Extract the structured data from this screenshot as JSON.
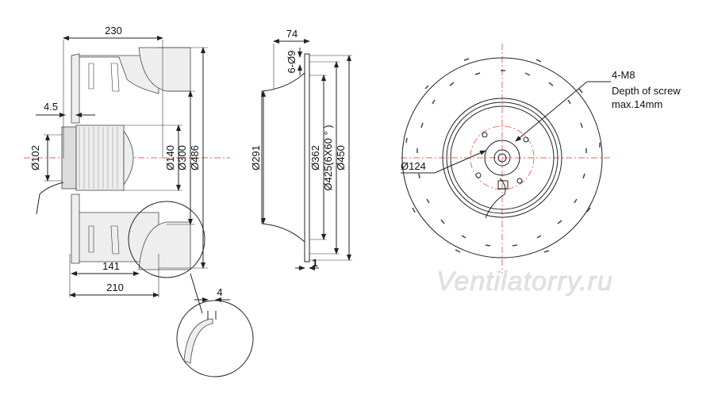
{
  "side_view": {
    "dim_width_total": "230",
    "dim_width_base": "210",
    "dim_depth_inner": "141",
    "dim_flange": "4.5",
    "dim_detail_gap": "4",
    "dia_hub": "Ø102",
    "dia_140": "Ø140",
    "dia_300": "Ø300",
    "dia_486": "Ø486"
  },
  "section_view": {
    "dim_top": "74",
    "dim_holes": "6-Ø9",
    "dim_bottom": "1",
    "dia_291": "Ø291",
    "dia_362": "Ø362",
    "dia_425": "Ø425(6X60 ° )",
    "dia_450": "Ø450"
  },
  "front_view": {
    "screw_spec": "4-M8",
    "screw_depth_line1": "Depth of screw",
    "screw_depth_line2": "max.14mm",
    "dia_124": "Ø124"
  },
  "watermark": "Ventilatorry.ru",
  "colors": {
    "centerline": "#e23030",
    "line": "#222222",
    "watermark": "#e2e2e2"
  }
}
